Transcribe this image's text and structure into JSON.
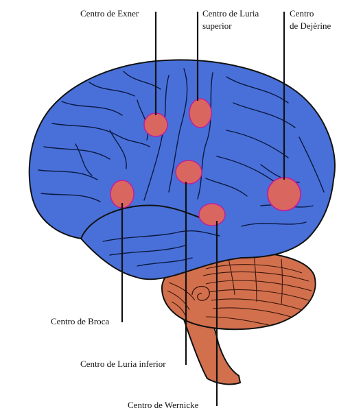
{
  "labels": {
    "exner": "Centro de Exner",
    "luria_superior_1": "Centro de Luria",
    "luria_superior_2": "superior",
    "dejerine_1": "Centro",
    "dejerine_2": "de Dejèrine",
    "broca": "Centro de Broca",
    "luria_inferior": "Centro de Luria inferior",
    "wernicke": "Centro de Wernicke"
  },
  "colors": {
    "brain": "#4870d8",
    "cerebellum": "#d2704e",
    "center_fill": "#d9675f",
    "center_ring": "#c21f9a",
    "outline": "#111111"
  }
}
